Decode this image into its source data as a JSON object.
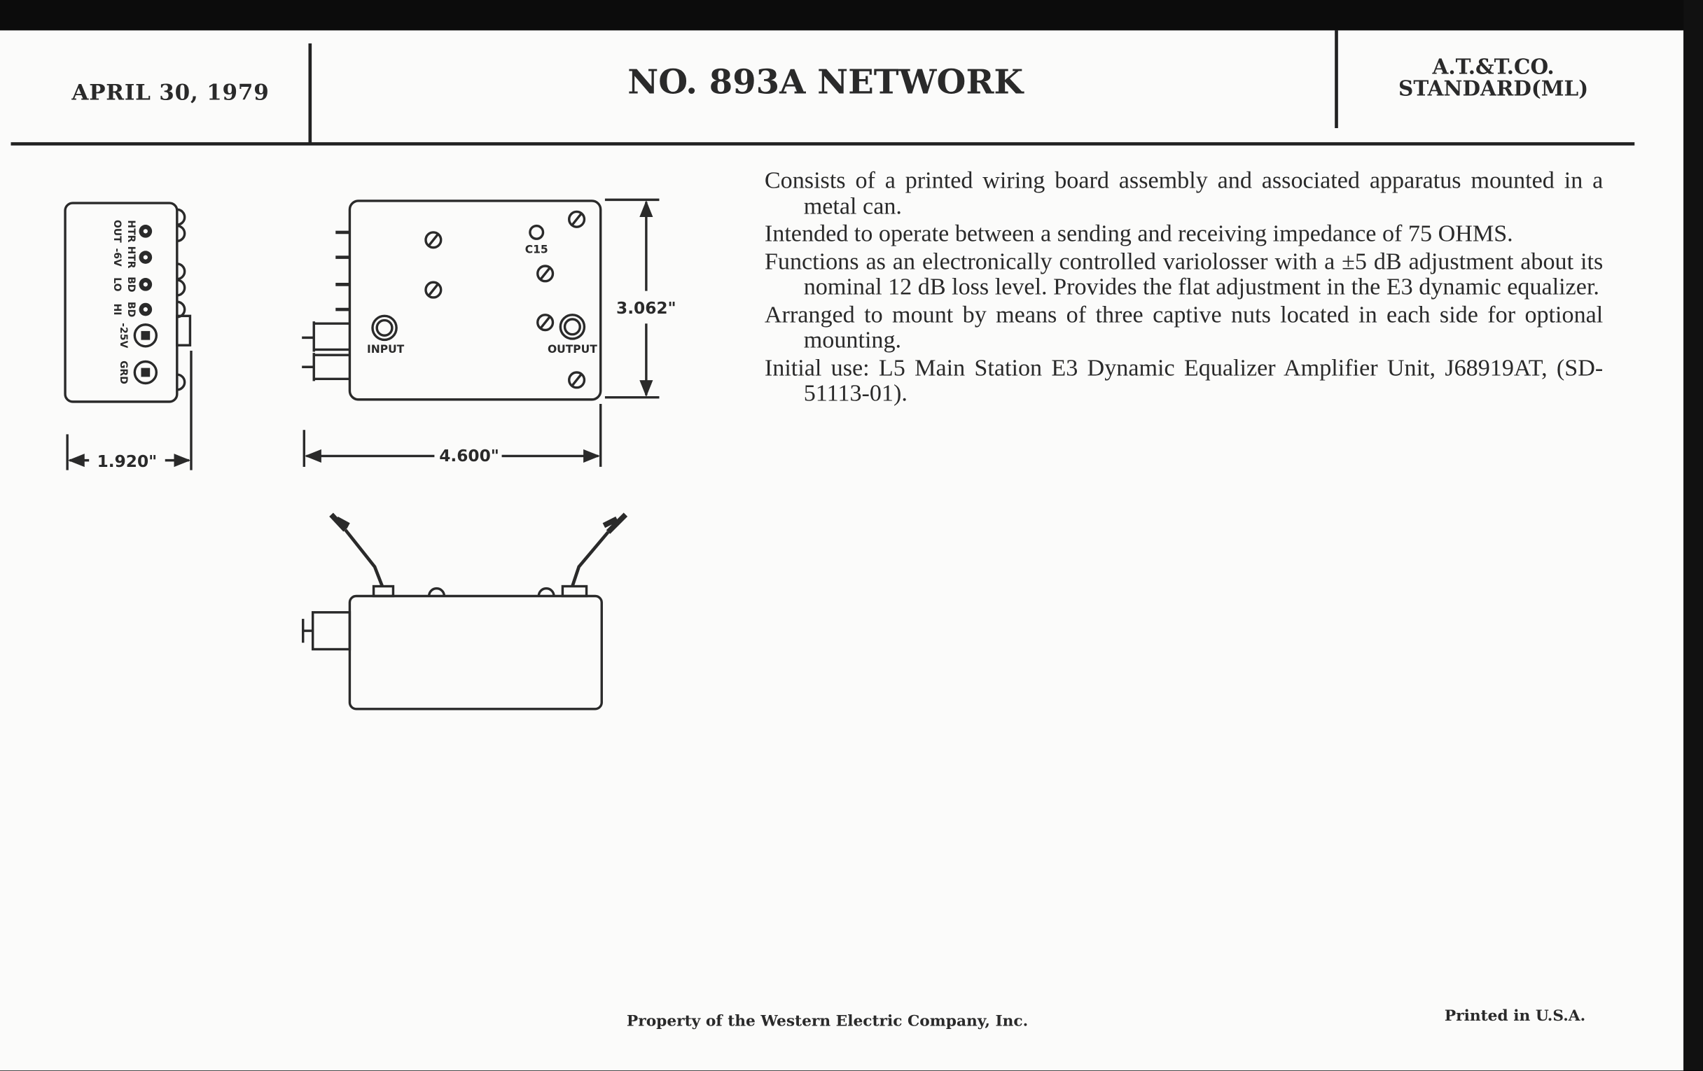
{
  "header": {
    "date": "APRIL 30, 1979",
    "title": "NO. 893A NETWORK",
    "company": "A.T.&T.CO.",
    "standard": "STANDARD(ML)"
  },
  "description": [
    "Consists of a printed wiring board assembly and associated apparatus mounted in a metal can.",
    "Intended to operate between a sending and receiving impedance of 75 OHMS.",
    "Functions as an electronically controlled variolosser with a ±5 dB adjustment about its nominal 12 dB loss level. Provides the flat adjustment in the E3 dynamic equalizer.",
    "Arranged to mount by means of three captive nuts located in each side for optional mounting.",
    "Initial use:  L5 Main Station E3 Dynamic Equalizer Amplifier Unit, J68919AT, (SD-51113-01)."
  ],
  "drawing": {
    "side_width": "1.920\"",
    "top_width": "4.600\"",
    "top_height": "3.062\"",
    "input_label": "INPUT",
    "output_label": "OUTPUT",
    "c15_label": "C15",
    "terminals": [
      {
        "line1": "HTR",
        "line2": "OUT"
      },
      {
        "line1": "HTR",
        "line2": "-6V"
      },
      {
        "line1": "BD",
        "line2": "LO"
      },
      {
        "line1": "BD",
        "line2": "HI"
      }
    ],
    "power_labels": [
      "-25V",
      "GRD"
    ]
  },
  "footer": {
    "property": "Property of the Western Electric Company, Inc.",
    "printed": "Printed in U.S.A."
  }
}
